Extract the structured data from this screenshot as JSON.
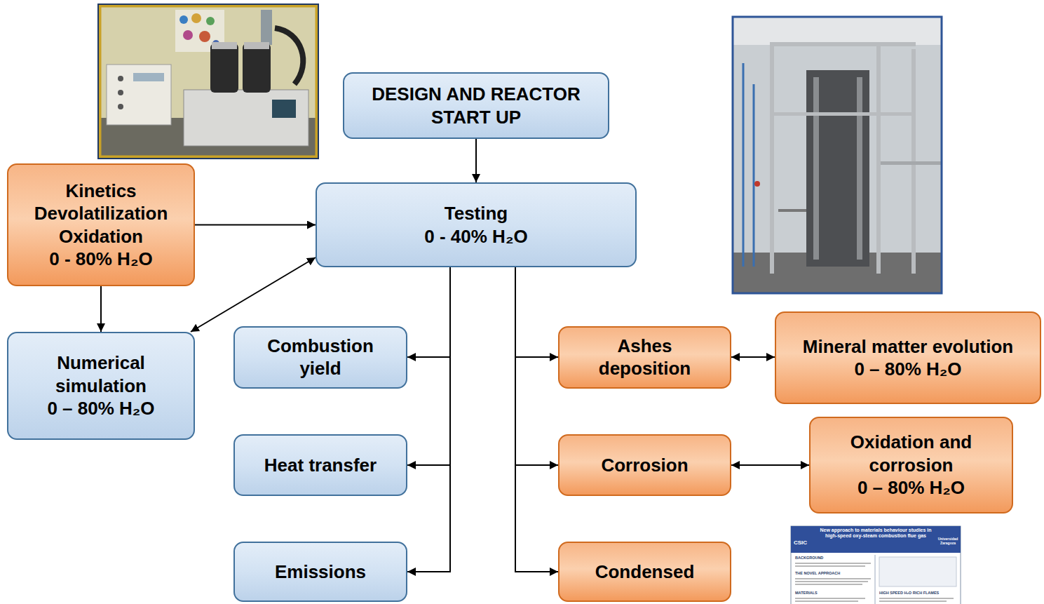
{
  "diagram": {
    "nodes": [
      {
        "text": [
          "DESIGN AND REACTOR START UP"
        ]
      },
      {
        "text": [
          "Kinetics Devolatilization Oxidation",
          "0 - 80% H₂O"
        ]
      },
      {
        "text": [
          "Testing",
          "0 - 40% H₂O"
        ]
      },
      {
        "text": [
          "Numerical simulation",
          "0 – 80% H₂O"
        ]
      },
      {
        "text": [
          "Combustion yield"
        ]
      },
      {
        "text": [
          "Ashes deposition"
        ]
      },
      {
        "text": [
          "Mineral matter evolution",
          "0 – 80% H₂O"
        ]
      },
      {
        "text": [
          "Heat transfer"
        ]
      },
      {
        "text": [
          "Corrosion"
        ]
      },
      {
        "text": [
          "Oxidation and corrosion",
          "0 – 80% H₂O"
        ]
      },
      {
        "text": [
          "Emissions"
        ]
      },
      {
        "text": [
          "Condensed"
        ]
      }
    ],
    "edges": [
      {
        "from": 0,
        "to": 2,
        "arrow": "to"
      },
      {
        "from": 1,
        "to": 2,
        "arrow": "to"
      },
      {
        "from": 1,
        "to": 3,
        "arrow": "to"
      },
      {
        "from": 2,
        "to": 3,
        "arrow": "both"
      },
      {
        "from": 2,
        "to": 4,
        "arrow": "to"
      },
      {
        "from": 2,
        "to": 7,
        "arrow": "to"
      },
      {
        "from": 2,
        "to": 10,
        "arrow": "to"
      },
      {
        "from": 2,
        "to": 5,
        "arrow": "to"
      },
      {
        "from": 2,
        "to": 8,
        "arrow": "to"
      },
      {
        "from": 2,
        "to": 11,
        "arrow": "to"
      },
      {
        "from": 5,
        "to": 6,
        "arrow": "both"
      },
      {
        "from": 8,
        "to": 9,
        "arrow": "both"
      }
    ],
    "labels": [
      "New approach to materials behaviour studies in high-speed oxy-steam combustion flue gas",
      "CSIC",
      "Universidad Zaragoza",
      "BACKGROUND",
      "THE NOVEL APPROACH",
      "MATERIALS",
      "HIGH SPEED H₂O RICH FLAMES"
    ]
  }
}
